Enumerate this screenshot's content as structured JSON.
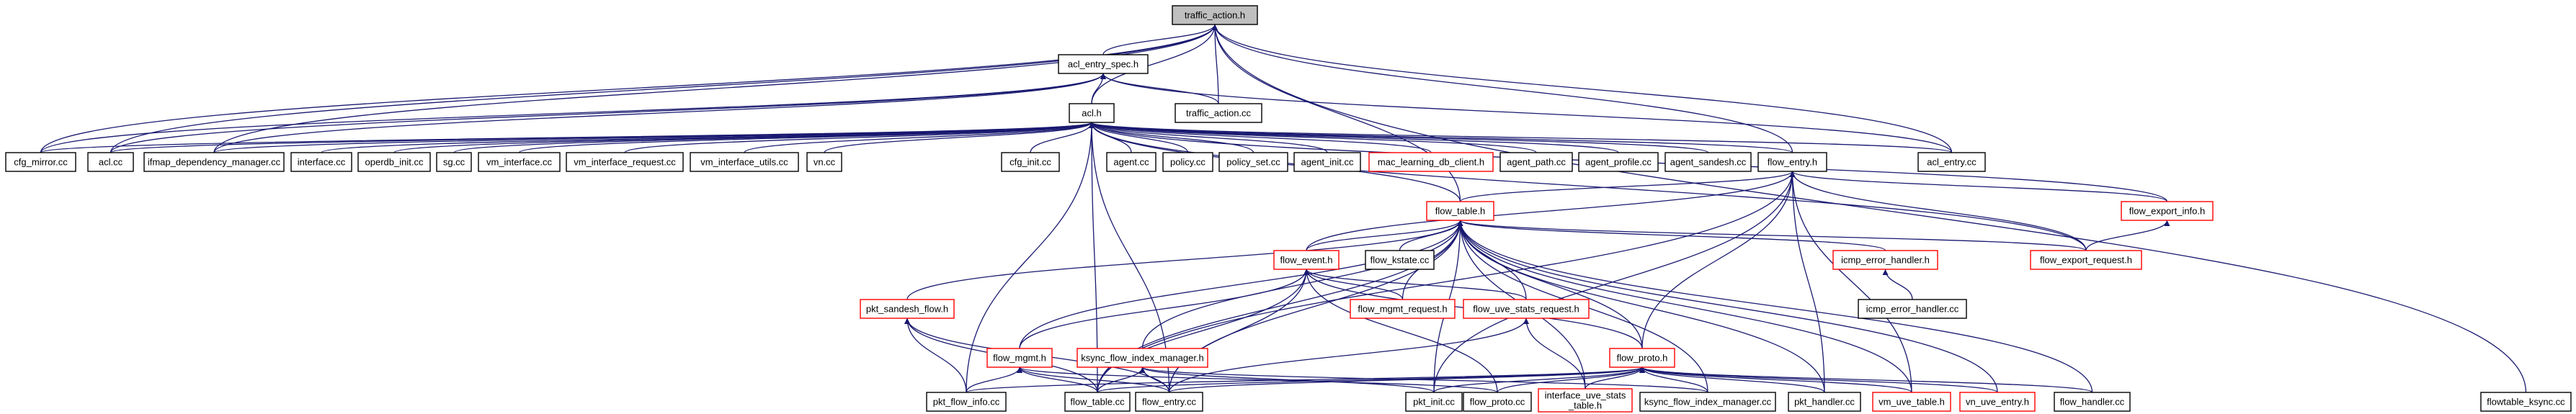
{
  "graph": {
    "colors": {
      "edge": "#191970",
      "normal_border": "#000000",
      "missing_border": "#ff0000",
      "root_fill": "#bfbfbf",
      "text": "#000000"
    },
    "nodes": [
      {
        "id": "traffic_action_h",
        "label": "traffic_action.h",
        "style": "root"
      },
      {
        "id": "acl_entry_spec_h",
        "label": "acl_entry_spec.h",
        "style": "normal"
      },
      {
        "id": "traffic_action_cc",
        "label": "traffic_action.cc",
        "style": "normal"
      },
      {
        "id": "acl_h",
        "label": "acl.h",
        "style": "normal"
      },
      {
        "id": "cfg_mirror_cc",
        "label": "cfg_mirror.cc",
        "style": "normal"
      },
      {
        "id": "acl_cc",
        "label": "acl.cc",
        "style": "normal"
      },
      {
        "id": "ifmap_dependency_manager_cc",
        "label": "ifmap_dependency_manager.cc",
        "style": "normal"
      },
      {
        "id": "interface_cc",
        "label": "interface.cc",
        "style": "normal"
      },
      {
        "id": "operdb_init_cc",
        "label": "operdb_init.cc",
        "style": "normal"
      },
      {
        "id": "sg_cc",
        "label": "sg.cc",
        "style": "normal"
      },
      {
        "id": "vm_interface_cc",
        "label": "vm_interface.cc",
        "style": "normal"
      },
      {
        "id": "vm_interface_request_cc",
        "label": "vm_interface_request.cc",
        "style": "normal"
      },
      {
        "id": "vm_interface_utils_cc",
        "label": "vm_interface_utils.cc",
        "style": "normal"
      },
      {
        "id": "vn_cc",
        "label": "vn.cc",
        "style": "normal"
      },
      {
        "id": "cfg_init_cc",
        "label": "cfg_init.cc",
        "style": "normal"
      },
      {
        "id": "agent_cc",
        "label": "agent.cc",
        "style": "normal"
      },
      {
        "id": "policy_cc",
        "label": "policy.cc",
        "style": "normal"
      },
      {
        "id": "policy_set_cc",
        "label": "policy_set.cc",
        "style": "normal"
      },
      {
        "id": "agent_init_cc",
        "label": "agent_init.cc",
        "style": "normal"
      },
      {
        "id": "mac_learning_db_client_h",
        "label": "mac_learning_db_client.h",
        "style": "missing"
      },
      {
        "id": "agent_path_cc",
        "label": "agent_path.cc",
        "style": "normal"
      },
      {
        "id": "agent_profile_cc",
        "label": "agent_profile.cc",
        "style": "normal"
      },
      {
        "id": "agent_sandesh_cc",
        "label": "agent_sandesh.cc",
        "style": "normal"
      },
      {
        "id": "flow_entry_h",
        "label": "flow_entry.h",
        "style": "normal"
      },
      {
        "id": "acl_entry_cc",
        "label": "acl_entry.cc",
        "style": "normal"
      },
      {
        "id": "flow_table_h",
        "label": "flow_table.h",
        "style": "missing"
      },
      {
        "id": "flow_export_info_h",
        "label": "flow_export_info.h",
        "style": "missing"
      },
      {
        "id": "flow_kstate_cc",
        "label": "flow_kstate.cc",
        "style": "normal"
      },
      {
        "id": "flow_event_h",
        "label": "flow_event.h",
        "style": "missing"
      },
      {
        "id": "icmp_error_handler_h",
        "label": "icmp_error_handler.h",
        "style": "missing"
      },
      {
        "id": "flow_export_request_h",
        "label": "flow_export_request.h",
        "style": "missing"
      },
      {
        "id": "pkt_sandesh_flow_h",
        "label": "pkt_sandesh_flow.h",
        "style": "missing"
      },
      {
        "id": "flow_mgmt_request_h",
        "label": "flow_mgmt_request.h",
        "style": "missing"
      },
      {
        "id": "flow_uve_stats_request_h",
        "label": "flow_uve_stats_request.h",
        "style": "missing"
      },
      {
        "id": "icmp_error_handler_cc",
        "label": "icmp_error_handler.cc",
        "style": "normal"
      },
      {
        "id": "flow_mgmt_h",
        "label": "flow_mgmt.h",
        "style": "missing"
      },
      {
        "id": "ksync_flow_index_manager_h",
        "label": "ksync_flow_index_manager.h",
        "style": "missing"
      },
      {
        "id": "flow_proto_h",
        "label": "flow_proto.h",
        "style": "missing"
      },
      {
        "id": "pkt_flow_info_cc",
        "label": "pkt_flow_info.cc",
        "style": "normal"
      },
      {
        "id": "flow_table_cc",
        "label": "flow_table.cc",
        "style": "normal"
      },
      {
        "id": "flow_entry_cc",
        "label": "flow_entry.cc",
        "style": "normal"
      },
      {
        "id": "pkt_init_cc",
        "label": "pkt_init.cc",
        "style": "normal"
      },
      {
        "id": "flow_proto_cc",
        "label": "flow_proto.cc",
        "style": "normal"
      },
      {
        "id": "interface_uve_stats_table_h",
        "label": "interface_uve_stats\n_table.h",
        "style": "missing"
      },
      {
        "id": "ksync_flow_index_manager_cc",
        "label": "ksync_flow_index_manager.cc",
        "style": "normal"
      },
      {
        "id": "pkt_handler_cc",
        "label": "pkt_handler.cc",
        "style": "normal"
      },
      {
        "id": "vm_uve_table_h",
        "label": "vm_uve_table.h",
        "style": "missing"
      },
      {
        "id": "vn_uve_entry_h",
        "label": "vn_uve_entry.h",
        "style": "missing"
      },
      {
        "id": "flow_handler_cc",
        "label": "flow_handler.cc",
        "style": "normal"
      },
      {
        "id": "flowtable_ksync_cc",
        "label": "flowtable_ksync.cc",
        "style": "normal"
      }
    ],
    "edges": [
      [
        "acl_entry_spec_h",
        "traffic_action_h"
      ],
      [
        "traffic_action_cc",
        "traffic_action_h"
      ],
      [
        "acl_h",
        "traffic_action_h"
      ],
      [
        "cfg_mirror_cc",
        "traffic_action_h"
      ],
      [
        "acl_cc",
        "traffic_action_h"
      ],
      [
        "ifmap_dependency_manager_cc",
        "traffic_action_h"
      ],
      [
        "flow_entry_h",
        "traffic_action_h"
      ],
      [
        "acl_entry_cc",
        "traffic_action_h"
      ],
      [
        "flow_table_h",
        "traffic_action_h"
      ],
      [
        "flowtable_ksync_cc",
        "traffic_action_h"
      ],
      [
        "traffic_action_cc",
        "acl_entry_spec_h"
      ],
      [
        "acl_h",
        "acl_entry_spec_h"
      ],
      [
        "cfg_mirror_cc",
        "acl_entry_spec_h"
      ],
      [
        "acl_cc",
        "acl_entry_spec_h"
      ],
      [
        "ifmap_dependency_manager_cc",
        "acl_entry_spec_h"
      ],
      [
        "acl_entry_cc",
        "acl_entry_spec_h"
      ],
      [
        "cfg_mirror_cc",
        "acl_h"
      ],
      [
        "acl_cc",
        "acl_h"
      ],
      [
        "ifmap_dependency_manager_cc",
        "acl_h"
      ],
      [
        "interface_cc",
        "acl_h"
      ],
      [
        "operdb_init_cc",
        "acl_h"
      ],
      [
        "sg_cc",
        "acl_h"
      ],
      [
        "vm_interface_cc",
        "acl_h"
      ],
      [
        "vm_interface_request_cc",
        "acl_h"
      ],
      [
        "vm_interface_utils_cc",
        "acl_h"
      ],
      [
        "vn_cc",
        "acl_h"
      ],
      [
        "cfg_init_cc",
        "acl_h"
      ],
      [
        "agent_cc",
        "acl_h"
      ],
      [
        "policy_cc",
        "acl_h"
      ],
      [
        "policy_set_cc",
        "acl_h"
      ],
      [
        "agent_init_cc",
        "acl_h"
      ],
      [
        "mac_learning_db_client_h",
        "acl_h"
      ],
      [
        "agent_path_cc",
        "acl_h"
      ],
      [
        "agent_profile_cc",
        "acl_h"
      ],
      [
        "agent_sandesh_cc",
        "acl_h"
      ],
      [
        "flow_entry_h",
        "acl_h"
      ],
      [
        "acl_entry_cc",
        "acl_h"
      ],
      [
        "flow_table_h",
        "acl_h"
      ],
      [
        "flow_export_info_h",
        "acl_h"
      ],
      [
        "flow_export_request_h",
        "acl_h"
      ],
      [
        "pkt_flow_info_cc",
        "acl_h"
      ],
      [
        "flow_table_cc",
        "acl_h"
      ],
      [
        "flow_entry_cc",
        "acl_h"
      ],
      [
        "flow_table_h",
        "flow_entry_h"
      ],
      [
        "flow_export_info_h",
        "flow_entry_h"
      ],
      [
        "flow_export_request_h",
        "flow_entry_h"
      ],
      [
        "flow_event_h",
        "flow_entry_h"
      ],
      [
        "flow_proto_h",
        "flow_entry_h"
      ],
      [
        "pkt_handler_cc",
        "flow_entry_h"
      ],
      [
        "vm_uve_table_h",
        "flow_entry_h"
      ],
      [
        "pkt_init_cc",
        "flow_entry_h"
      ],
      [
        "flow_table_cc",
        "flow_entry_h"
      ],
      [
        "flow_export_request_h",
        "flow_export_info_h"
      ],
      [
        "flow_kstate_cc",
        "flow_table_h"
      ],
      [
        "flow_event_h",
        "flow_table_h"
      ],
      [
        "icmp_error_handler_h",
        "flow_table_h"
      ],
      [
        "flow_export_request_h",
        "flow_table_h"
      ],
      [
        "pkt_sandesh_flow_h",
        "flow_table_h"
      ],
      [
        "flow_mgmt_request_h",
        "flow_table_h"
      ],
      [
        "flow_uve_stats_request_h",
        "flow_table_h"
      ],
      [
        "flow_mgmt_h",
        "flow_table_h"
      ],
      [
        "ksync_flow_index_manager_h",
        "flow_table_h"
      ],
      [
        "flow_proto_h",
        "flow_table_h"
      ],
      [
        "flow_table_cc",
        "flow_table_h"
      ],
      [
        "flow_entry_cc",
        "flow_table_h"
      ],
      [
        "pkt_init_cc",
        "flow_table_h"
      ],
      [
        "interface_uve_stats_table_h",
        "flow_table_h"
      ],
      [
        "ksync_flow_index_manager_cc",
        "flow_table_h"
      ],
      [
        "pkt_handler_cc",
        "flow_table_h"
      ],
      [
        "vm_uve_table_h",
        "flow_table_h"
      ],
      [
        "vn_uve_entry_h",
        "flow_table_h"
      ],
      [
        "flow_handler_cc",
        "flow_table_h"
      ],
      [
        "icmp_error_handler_cc",
        "icmp_error_handler_h"
      ],
      [
        "flow_mgmt_request_h",
        "flow_event_h"
      ],
      [
        "flow_uve_stats_request_h",
        "flow_event_h"
      ],
      [
        "flow_mgmt_h",
        "flow_event_h"
      ],
      [
        "flow_proto_h",
        "flow_event_h"
      ],
      [
        "flow_table_cc",
        "flow_event_h"
      ],
      [
        "flow_entry_cc",
        "flow_event_h"
      ],
      [
        "flow_proto_cc",
        "flow_event_h"
      ],
      [
        "pkt_flow_info_cc",
        "pkt_sandesh_flow_h"
      ],
      [
        "flow_table_cc",
        "pkt_sandesh_flow_h"
      ],
      [
        "flow_entry_cc",
        "pkt_sandesh_flow_h"
      ],
      [
        "interface_uve_stats_table_h",
        "flow_uve_stats_request_h"
      ],
      [
        "flow_entry_cc",
        "flow_uve_stats_request_h"
      ],
      [
        "pkt_flow_info_cc",
        "flow_mgmt_h"
      ],
      [
        "flow_table_cc",
        "flow_mgmt_h"
      ],
      [
        "flow_entry_cc",
        "flow_mgmt_h"
      ],
      [
        "flow_proto_cc",
        "flow_mgmt_h"
      ],
      [
        "flow_table_cc",
        "ksync_flow_index_manager_h"
      ],
      [
        "flow_entry_cc",
        "ksync_flow_index_manager_h"
      ],
      [
        "ksync_flow_index_manager_cc",
        "ksync_flow_index_manager_h"
      ],
      [
        "pkt_init_cc",
        "ksync_flow_index_manager_h"
      ],
      [
        "pkt_flow_info_cc",
        "flow_proto_h"
      ],
      [
        "flow_table_cc",
        "flow_proto_h"
      ],
      [
        "flow_entry_cc",
        "flow_proto_h"
      ],
      [
        "pkt_init_cc",
        "flow_proto_h"
      ],
      [
        "flow_proto_cc",
        "flow_proto_h"
      ],
      [
        "interface_uve_stats_table_h",
        "flow_proto_h"
      ],
      [
        "ksync_flow_index_manager_cc",
        "flow_proto_h"
      ],
      [
        "pkt_handler_cc",
        "flow_proto_h"
      ],
      [
        "vm_uve_table_h",
        "flow_proto_h"
      ],
      [
        "vn_uve_entry_h",
        "flow_proto_h"
      ],
      [
        "flow_handler_cc",
        "flow_proto_h"
      ]
    ]
  }
}
